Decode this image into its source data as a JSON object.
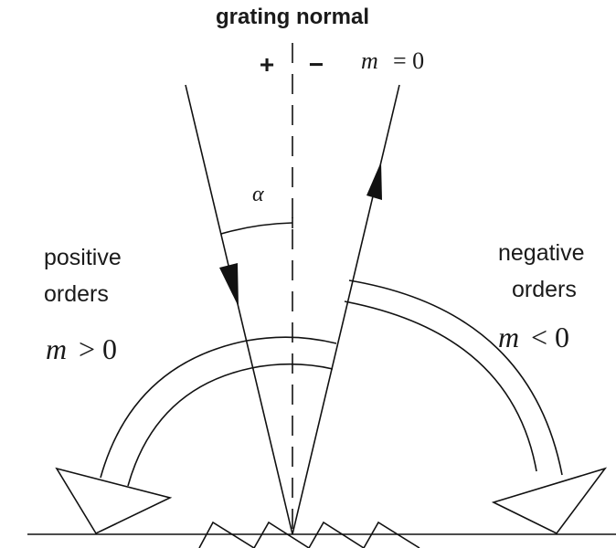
{
  "title": "grating normal",
  "signs": {
    "plus": "+",
    "minus": "−"
  },
  "zero_order": {
    "var": "m",
    "rel": "= 0"
  },
  "angle_label": "α",
  "positive": {
    "line1": "positive",
    "line2": "orders",
    "var": "m",
    "rel": "> 0"
  },
  "negative": {
    "line1": "negative",
    "line2": "orders",
    "var": "m",
    "rel": "< 0"
  },
  "colors": {
    "stroke": "#111111",
    "text": "#1a1a1a"
  }
}
